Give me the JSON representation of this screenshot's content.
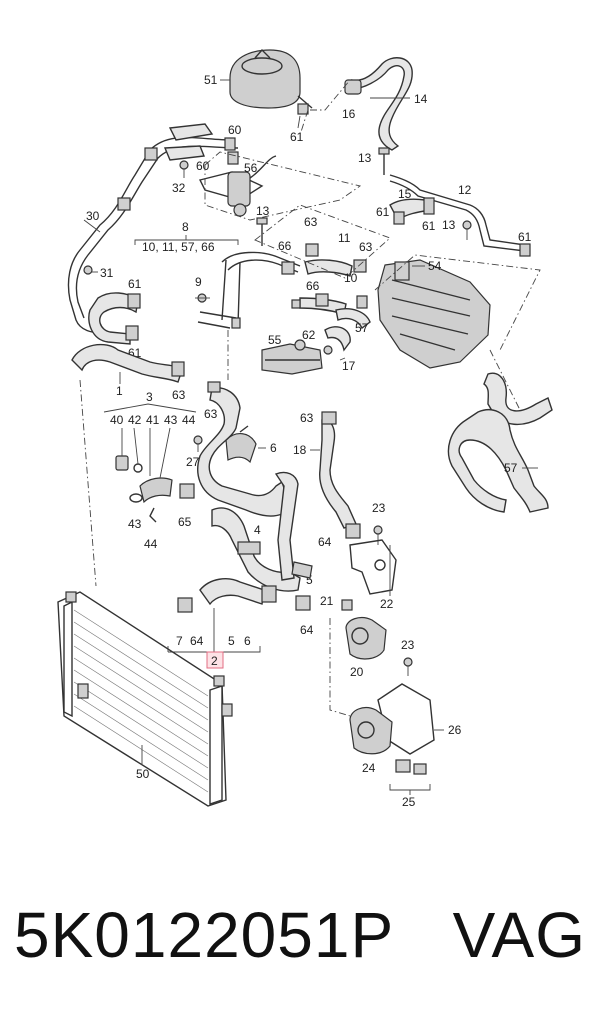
{
  "labels": {
    "l51": "51",
    "l14": "14",
    "l16": "16",
    "l61a": "61",
    "l60a": "60",
    "l60b": "60",
    "l56": "56",
    "l32": "32",
    "l13a": "13",
    "l12": "12",
    "l15": "15",
    "l61b": "61",
    "l61c": "61",
    "l13b": "13",
    "l61d": "61",
    "l30": "30",
    "l8": "8",
    "l8sub": "10, 11, 57, 66",
    "l13c": "13",
    "l63a": "63",
    "l11": "11",
    "l63b": "63",
    "l66a": "66",
    "l10": "10",
    "l66b": "66",
    "l54": "54",
    "l31": "31",
    "l61e": "61",
    "l9": "9",
    "l61f": "61",
    "l57a": "57",
    "l55": "55",
    "l62": "62",
    "l17": "17",
    "l1": "1",
    "l63c": "63",
    "l3": "3",
    "l40": "40",
    "l42": "42",
    "l41": "41",
    "l43a": "43",
    "l44a": "44",
    "l63d": "63",
    "l27": "27",
    "l6a": "6",
    "l18": "18",
    "l57b": "57",
    "l43b": "43",
    "l65": "65",
    "l44b": "44",
    "l23a": "23",
    "l4": "4",
    "l64a": "64",
    "l5a": "5",
    "l22": "22",
    "l21": "21",
    "l64b": "64",
    "l7": "7",
    "l64c": "64",
    "l5b": "5",
    "l6b": "6",
    "l2": "2",
    "l20": "20",
    "l23b": "23",
    "l26": "26",
    "l50": "50",
    "l24": "24",
    "l25": "25"
  },
  "footer": {
    "part_number": "5K0122051P",
    "brand": "VAG"
  }
}
